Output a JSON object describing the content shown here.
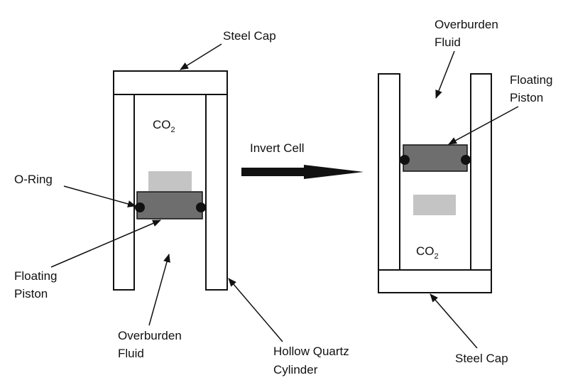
{
  "left_cell": {
    "steel_cap_label": "Steel Cap",
    "gas_label": "CO",
    "gas_subscript": "2",
    "o_ring_label": "O-Ring",
    "floating_piston_line1": "Floating",
    "floating_piston_line2": "Piston",
    "overburden_line1": "Overburden",
    "overburden_line2": "Fluid",
    "quartz_line1": "Hollow Quartz",
    "quartz_line2": "Cylinder"
  },
  "transition": {
    "label": "Invert Cell"
  },
  "right_cell": {
    "overburden_line1": "Overburden",
    "overburden_line2": "Fluid",
    "floating_piston_line1": "Floating",
    "floating_piston_line2": "Piston",
    "gas_label": "CO",
    "gas_subscript": "2",
    "steel_cap_label": "Steel Cap"
  },
  "colors": {
    "outline": "#111111",
    "piston": "#6e6e6e",
    "co2_block": "#c4c4c4",
    "o_ring": "#111111",
    "background": "#ffffff"
  }
}
